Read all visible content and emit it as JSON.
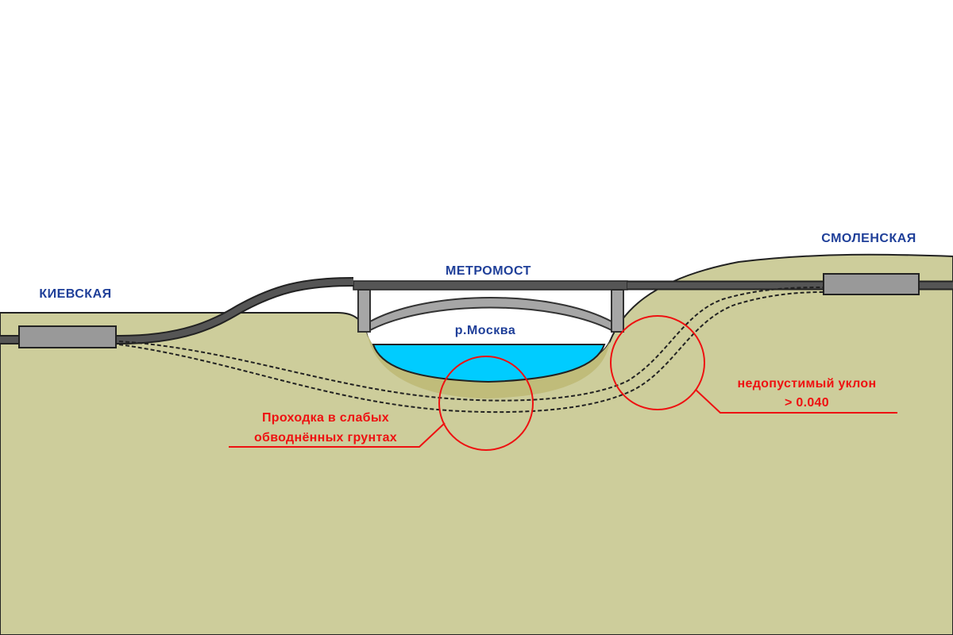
{
  "stations": {
    "left": "КИЕВСКАЯ",
    "right": "СМОЛЕНСКАЯ"
  },
  "bridge": {
    "label": "МЕТРОМОСТ"
  },
  "river": {
    "label": "р.Москва"
  },
  "annotations": {
    "weak_soil": {
      "line1": "Проходка в слабых",
      "line2": "обводнённых грунтах"
    },
    "slope": {
      "line1": "недопустимый уклон",
      "line2": "> 0.040"
    }
  },
  "colors": {
    "ground": "#cdcd9b",
    "ground_dark": "#c0bc7a",
    "water": "#00ccff",
    "track": "#555555",
    "station": "#999999",
    "label_blue": "#1f3f99",
    "label_red": "#ee1111"
  }
}
